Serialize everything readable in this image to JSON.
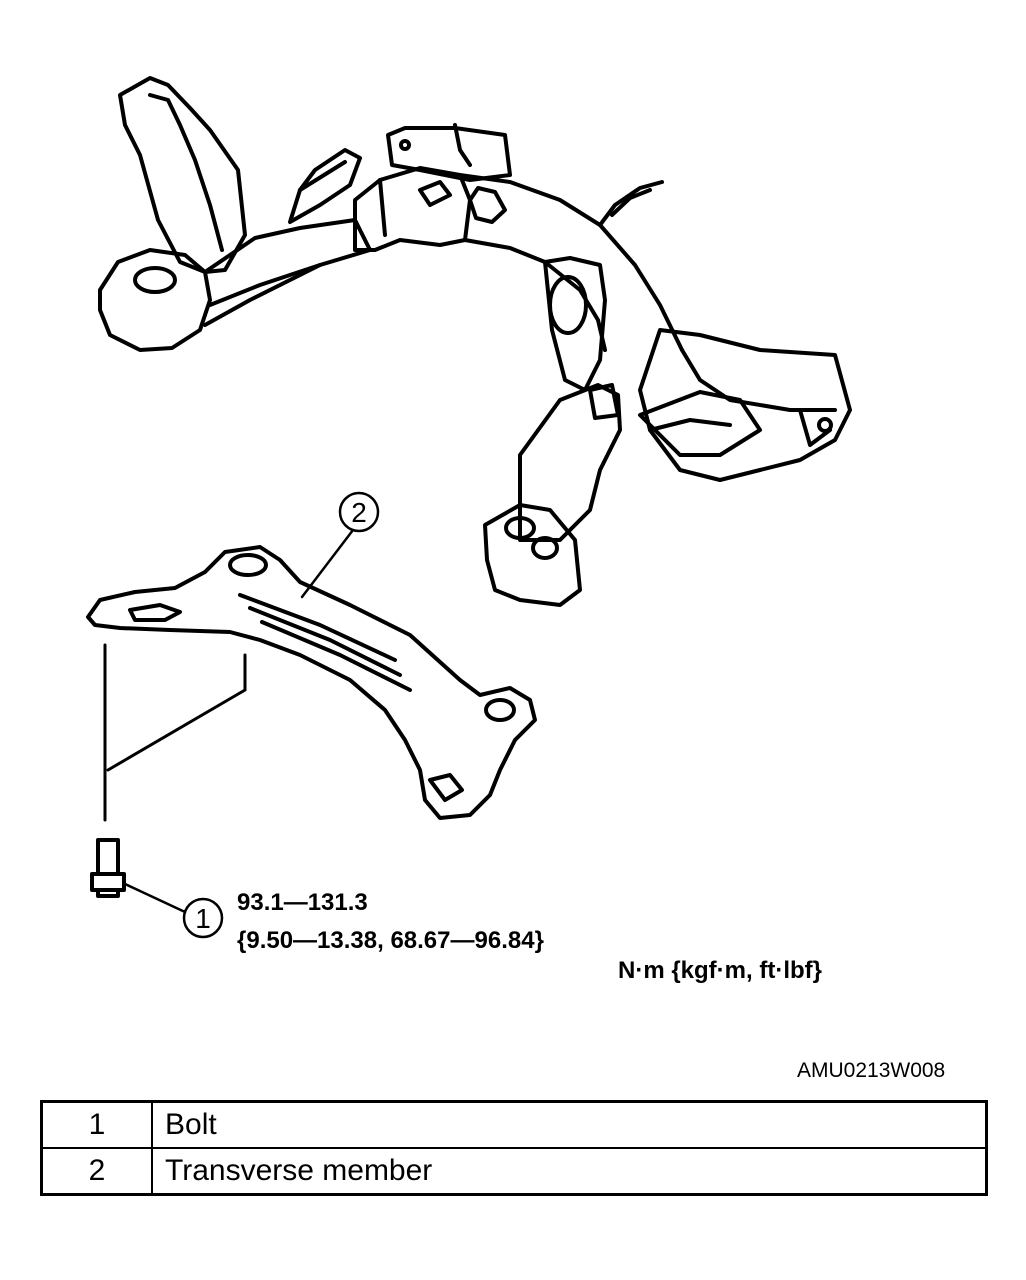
{
  "callouts": [
    {
      "number": "1"
    },
    {
      "number": "2"
    }
  ],
  "torque": {
    "line1": "93.1—131.3",
    "line2": "{9.50—13.38, 68.67—96.84}",
    "units": "N·m {kgf·m, ft·lbf}"
  },
  "figure_code": "AMU0213W008",
  "parts_table": {
    "rows": [
      {
        "number": "1",
        "name": "Bolt"
      },
      {
        "number": "2",
        "name": "Transverse member"
      }
    ]
  }
}
